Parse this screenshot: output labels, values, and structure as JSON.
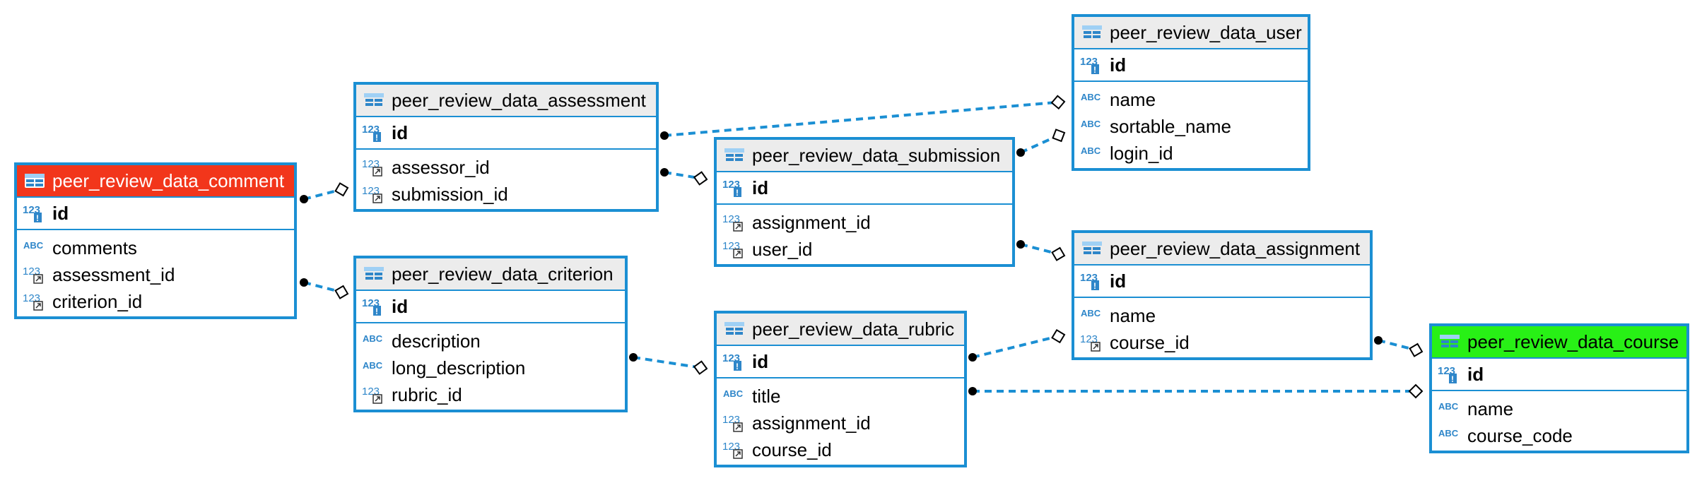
{
  "entities": {
    "comment": {
      "name": "peer_review_data_comment",
      "header_color": "#f2361b",
      "pk": {
        "name": "id",
        "type_icon": "numeric-key-icon"
      },
      "columns": [
        {
          "name": "comments",
          "type_icon": "abc-icon"
        },
        {
          "name": "assessment_id",
          "type_icon": "numeric-fk-icon"
        },
        {
          "name": "criterion_id",
          "type_icon": "numeric-fk-icon"
        }
      ]
    },
    "assessment": {
      "name": "peer_review_data_assessment",
      "pk": {
        "name": "id",
        "type_icon": "numeric-key-icon"
      },
      "columns": [
        {
          "name": "assessor_id",
          "type_icon": "numeric-fk-icon"
        },
        {
          "name": "submission_id",
          "type_icon": "numeric-fk-icon"
        }
      ]
    },
    "criterion": {
      "name": "peer_review_data_criterion",
      "pk": {
        "name": "id",
        "type_icon": "numeric-key-icon"
      },
      "columns": [
        {
          "name": "description",
          "type_icon": "abc-icon"
        },
        {
          "name": "long_description",
          "type_icon": "abc-icon"
        },
        {
          "name": "rubric_id",
          "type_icon": "numeric-fk-icon"
        }
      ]
    },
    "submission": {
      "name": "peer_review_data_submission",
      "pk": {
        "name": "id",
        "type_icon": "numeric-key-icon"
      },
      "columns": [
        {
          "name": "assignment_id",
          "type_icon": "numeric-fk-icon"
        },
        {
          "name": "user_id",
          "type_icon": "numeric-fk-icon"
        }
      ]
    },
    "rubric": {
      "name": "peer_review_data_rubric",
      "pk": {
        "name": "id",
        "type_icon": "numeric-key-icon"
      },
      "columns": [
        {
          "name": "title",
          "type_icon": "abc-icon"
        },
        {
          "name": "assignment_id",
          "type_icon": "numeric-fk-icon"
        },
        {
          "name": "course_id",
          "type_icon": "numeric-fk-icon"
        }
      ]
    },
    "user": {
      "name": "peer_review_data_user",
      "pk": {
        "name": "id",
        "type_icon": "numeric-key-icon"
      },
      "columns": [
        {
          "name": "name",
          "type_icon": "abc-icon"
        },
        {
          "name": "sortable_name",
          "type_icon": "abc-icon"
        },
        {
          "name": "login_id",
          "type_icon": "abc-icon"
        }
      ]
    },
    "assignment": {
      "name": "peer_review_data_assignment",
      "pk": {
        "name": "id",
        "type_icon": "numeric-key-icon"
      },
      "columns": [
        {
          "name": "name",
          "type_icon": "abc-icon"
        },
        {
          "name": "course_id",
          "type_icon": "numeric-fk-icon"
        }
      ]
    },
    "course": {
      "name": "peer_review_data_course",
      "header_color": "#28f016",
      "pk": {
        "name": "id",
        "type_icon": "numeric-key-icon"
      },
      "columns": [
        {
          "name": "name",
          "type_icon": "abc-icon"
        },
        {
          "name": "course_code",
          "type_icon": "abc-icon"
        }
      ]
    }
  },
  "relationships": [
    {
      "from": "comment",
      "to": "assessment"
    },
    {
      "from": "comment",
      "to": "criterion"
    },
    {
      "from": "assessment",
      "to": "user"
    },
    {
      "from": "assessment",
      "to": "submission"
    },
    {
      "from": "submission",
      "to": "user"
    },
    {
      "from": "submission",
      "to": "assignment"
    },
    {
      "from": "criterion",
      "to": "rubric"
    },
    {
      "from": "rubric",
      "to": "assignment"
    },
    {
      "from": "rubric",
      "to": "course"
    },
    {
      "from": "assignment",
      "to": "course"
    }
  ],
  "colors": {
    "border": "#1b8fd3",
    "line": "#1b8fd3",
    "header_bg": "#ececec",
    "icon_blue": "#2e86c9"
  }
}
